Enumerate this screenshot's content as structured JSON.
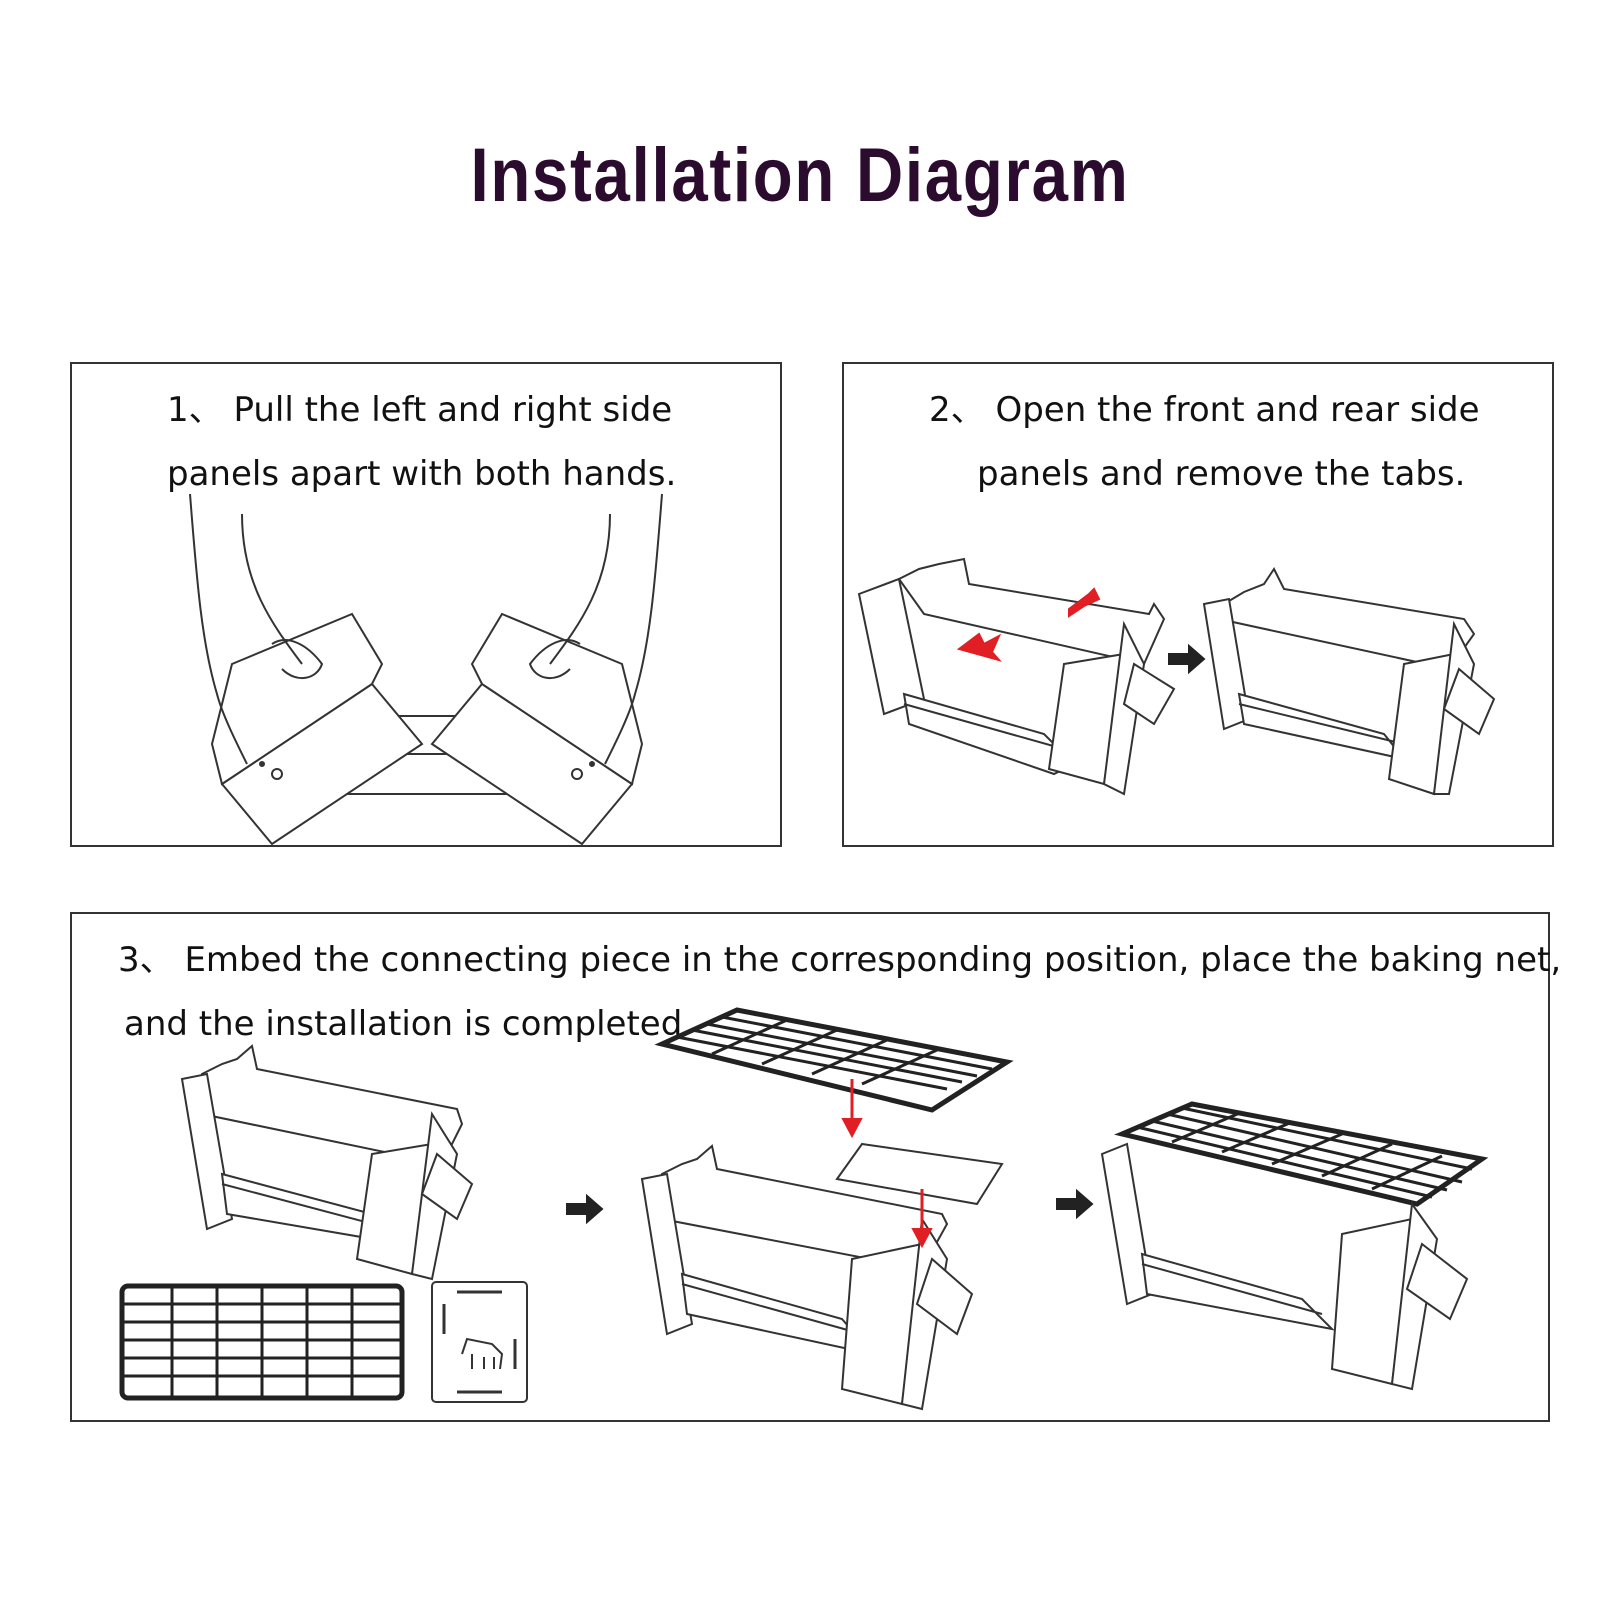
{
  "title": "Installation  Diagram",
  "colors": {
    "title": "#2b0b2e",
    "arrow_red": "#e01e24",
    "line": "#333333"
  },
  "steps": [
    {
      "line1": "1、 Pull the left and right side",
      "line2": "panels apart with both hands."
    },
    {
      "line1": "2、 Open the front and rear side",
      "line2": "panels and remove the tabs."
    },
    {
      "line1": "3、 Embed the connecting piece in the corresponding position, place the baking net,",
      "line2": "and the installation is completed."
    }
  ],
  "icons": [
    "hands-pulling-illustration",
    "red-arrow-icon",
    "black-arrow-icon",
    "grill-box-illustration",
    "baking-net-illustration",
    "connecting-piece-illustration"
  ]
}
